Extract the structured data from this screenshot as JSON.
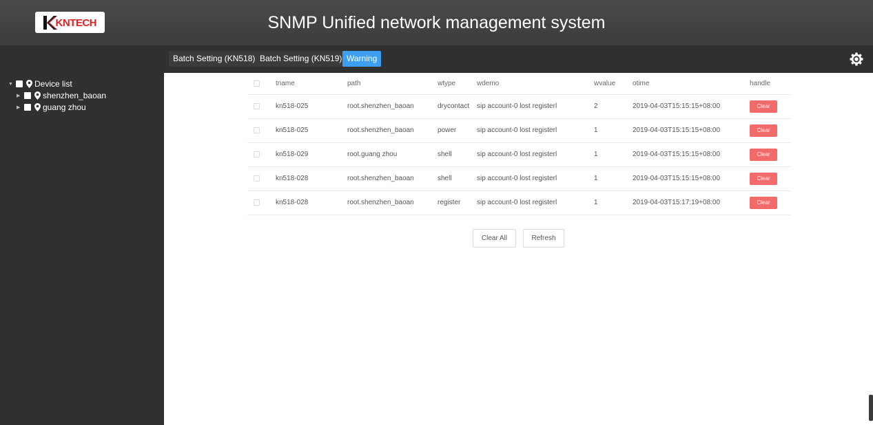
{
  "header": {
    "logo_text": "KNTECH",
    "title": "SNMP Unified network management system",
    "settings_icon": "gear-icon"
  },
  "tabs": [
    {
      "label": "Batch Setting (KN518)",
      "active": false
    },
    {
      "label": "Batch Setting (KN519)",
      "active": false
    },
    {
      "label": "Warning",
      "active": true
    }
  ],
  "tree": {
    "root": "Device list",
    "children": [
      "shenzhen_baoan",
      "guang zhou"
    ]
  },
  "table": {
    "columns": [
      "tname",
      "path",
      "wtype",
      "wdemo",
      "wvalue",
      "otime",
      "handle"
    ],
    "rows": [
      {
        "tname": "kn518-025",
        "path": "root.shenzhen_baoan",
        "wtype": "drycontact",
        "wdemo": "sip account-0 lost registerl",
        "wvalue": "2",
        "otime": "2019-04-03T15:15:15+08:00",
        "action": "Clear"
      },
      {
        "tname": "kn518-025",
        "path": "root.shenzhen_baoan",
        "wtype": "power",
        "wdemo": "sip account-0 lost registerl",
        "wvalue": "1",
        "otime": "2019-04-03T15:15:15+08:00",
        "action": "Clear"
      },
      {
        "tname": "kn518-029",
        "path": "root.guang zhou",
        "wtype": "shell",
        "wdemo": "sip account-0 lost registerl",
        "wvalue": "1",
        "otime": "2019-04-03T15:15:15+08:00",
        "action": "Clear"
      },
      {
        "tname": "kn518-028",
        "path": "root.shenzhen_baoan",
        "wtype": "shell",
        "wdemo": "sip account-0 lost registerl",
        "wvalue": "1",
        "otime": "2019-04-03T15:15:15+08:00",
        "action": "Clear"
      },
      {
        "tname": "kn518-028",
        "path": "root.shenzhen_baoan",
        "wtype": "register",
        "wdemo": "sip account-0 lost registerl",
        "wvalue": "1",
        "otime": "2019-04-03T15:17:19+08:00",
        "action": "Clear"
      }
    ]
  },
  "actions": {
    "clear_all": "Clear All",
    "refresh": "Refresh"
  },
  "colors": {
    "header_bg": "#444444",
    "nav_bg": "#2f3130",
    "active_tab": "#3e9ff2",
    "clear_button": "#f26a6a"
  }
}
